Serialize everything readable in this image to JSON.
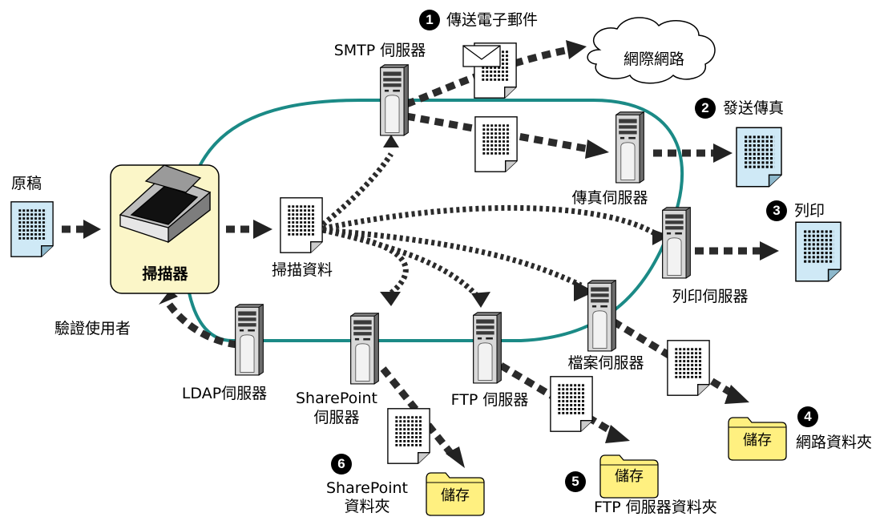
{
  "labels": {
    "original": "原稿",
    "scanner": "掃描器",
    "scan_data": "掃描資料",
    "auth_user": "驗證使用者",
    "ldap_server": "LDAP伺服器",
    "sharepoint_server_l1": "SharePoint",
    "sharepoint_server_l2": "伺服器",
    "ftp_server": "FTP 伺服器",
    "file_server": "檔案伺服器",
    "print_server": "列印伺服器",
    "fax_server": "傳真伺服器",
    "smtp_server": "SMTP 伺服器",
    "internet": "網際網路"
  },
  "destinations": [
    {
      "num": "1",
      "label": "傳送電子郵件"
    },
    {
      "num": "2",
      "label": "發送傳真"
    },
    {
      "num": "3",
      "label": "列印"
    },
    {
      "num": "4",
      "label": "網路資料夾"
    },
    {
      "num": "5",
      "label": "FTP 伺服器資料夾"
    },
    {
      "num": "6",
      "label_l1": "SharePoint",
      "label_l2": "資料夾"
    }
  ],
  "save_label": "儲存",
  "colors": {
    "network_loop": "#1b8a86",
    "scanner_box": "#fbf6c8",
    "folder": "#fff080",
    "document": "#cfe9f6",
    "arrow": "#222222"
  }
}
